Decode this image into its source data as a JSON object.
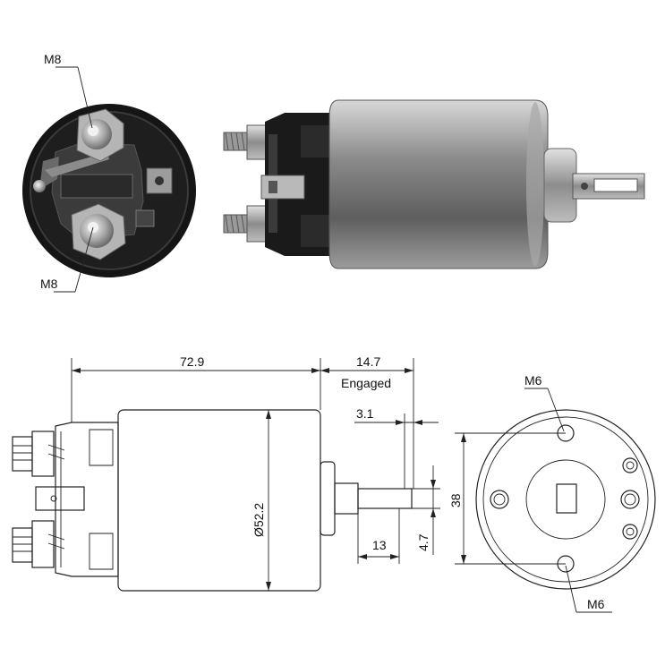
{
  "top_photo": {
    "end_view_labels": {
      "upper_terminal": "M8",
      "lower_terminal": "M8"
    }
  },
  "drawing": {
    "dim_overall_length": "72.9",
    "dim_plunger_travel": "14.7",
    "dim_plunger_travel_note": "Engaged",
    "dim_slot_depth": "3.1",
    "dim_body_diameter": "Ø52.2",
    "dim_plunger_length": "13",
    "dim_slot_width": "4.7",
    "dim_hole_spacing": "38",
    "hole_label_top": "M6",
    "hole_label_bottom": "M6"
  },
  "colors": {
    "line": "#222222",
    "body_dark": "#1a1a1a",
    "metal": "#9a9a9a"
  }
}
